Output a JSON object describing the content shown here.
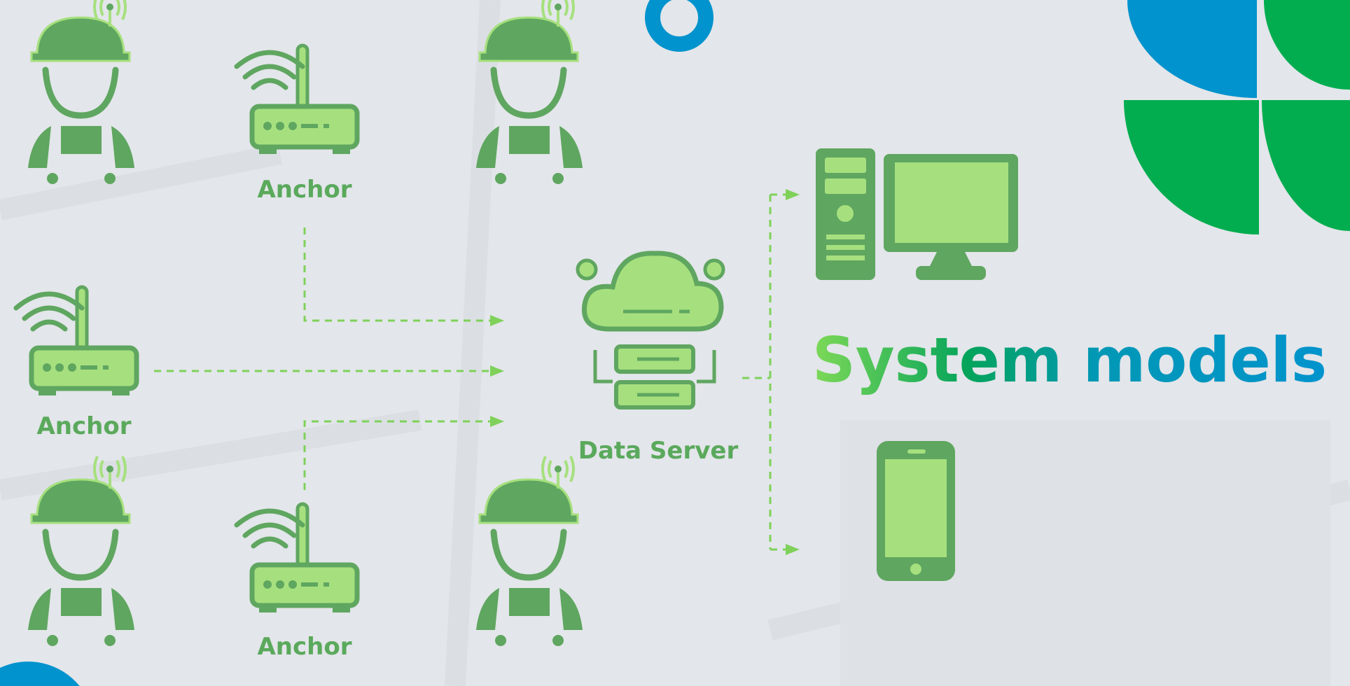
{
  "title": {
    "word1": "System",
    "word2": "models"
  },
  "labels": {
    "anchor_top": "Anchor",
    "anchor_left": "Anchor",
    "anchor_bottom": "Anchor",
    "data_server": "Data Server"
  },
  "colors": {
    "icon_dark": "#5fa660",
    "icon_light": "#a6e07e",
    "dash": "#7fd15a",
    "blue": "#0193cd",
    "green": "#02ad4f",
    "background": "#e3e6ea"
  }
}
